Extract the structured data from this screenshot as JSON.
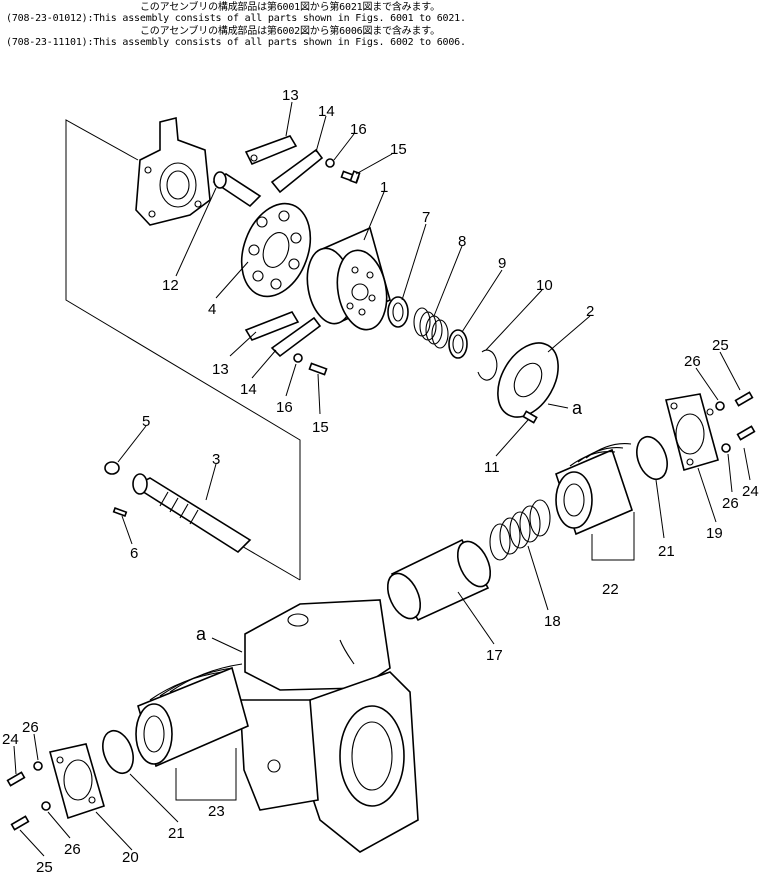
{
  "notes": [
    {
      "prefix": "",
      "text": "このアセンブリの構成部品は第6001図から第6021図まで含みます。"
    },
    {
      "prefix": "(708-23-01012):",
      "text": "This assembly consists of all parts shown in Figs. 6001 to 6021."
    },
    {
      "prefix": "",
      "text": "このアセンブリの構成部品は第6002図から第6006図まで含みます。"
    },
    {
      "prefix": "(708-23-11101):",
      "text": "This assembly consists of all parts shown in Figs. 6002 to 6006."
    }
  ],
  "callouts": {
    "c1": "1",
    "c2": "2",
    "c3": "3",
    "c4": "4",
    "c5": "5",
    "c6": "6",
    "c7": "7",
    "c8": "8",
    "c9": "9",
    "c10": "10",
    "c11": "11",
    "c12": "12",
    "c13a": "13",
    "c13b": "13",
    "c14a": "14",
    "c14b": "14",
    "c15a": "15",
    "c15b": "15",
    "c16a": "16",
    "c16b": "16",
    "c17": "17",
    "c18": "18",
    "c19": "19",
    "c20": "20",
    "c21a": "21",
    "c21b": "21",
    "c22": "22",
    "c23": "23",
    "c24a": "24",
    "c24b": "24",
    "c25a": "25",
    "c25b": "25",
    "c26a": "26",
    "c26b": "26",
    "c26c": "26",
    "c26d": "26",
    "refA1": "a",
    "refA2": "a"
  }
}
